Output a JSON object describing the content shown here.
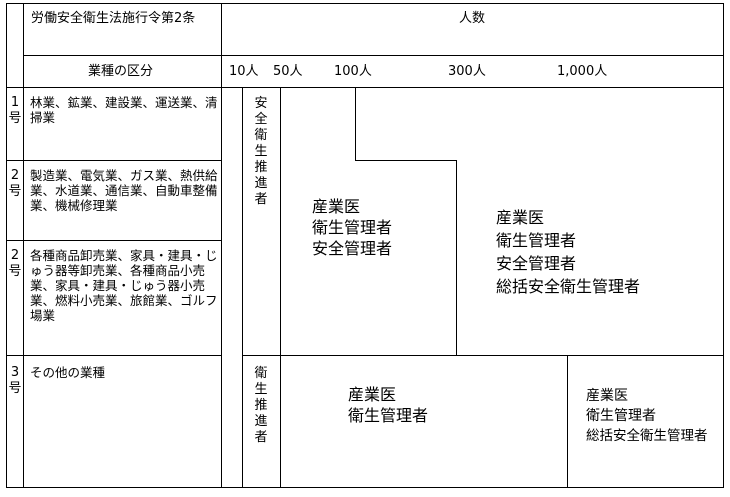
{
  "header": {
    "law_label": "労働安全衛生法施行令第2条",
    "people_label": "人数",
    "category_label": "業種の区分"
  },
  "thresholds": [
    "10人",
    "50人",
    "100人",
    "300人",
    "1,000人"
  ],
  "rows": [
    {
      "num": "1号",
      "industries": "林業、鉱業、建設業、運送業、清掃業"
    },
    {
      "num": "2号",
      "industries": "製造業、電気業、ガス業、熱供給業、水道業、通信業、自動車整備業、機械修理業"
    },
    {
      "num": "2号",
      "industries": "各種商品卸売業、家具・建具・じゅう器等卸売業、各種商品小売業、家具・建具・じゅう器小売業、燃料小売業、旅館業、ゴルフ場業"
    },
    {
      "num": "3号",
      "industries": "その他の業種"
    }
  ],
  "vertical_labels": {
    "safety_health_promoter": "安全衛生推進者",
    "health_promoter": "衛生推進者"
  },
  "blocks": {
    "mid_upper": [
      "産業医",
      "衛生管理者",
      "安全管理者"
    ],
    "large_upper": [
      "産業医",
      "衛生管理者",
      "安全管理者",
      "総括安全衛生管理者"
    ],
    "mid_lower": [
      "産業医",
      "衛生管理者"
    ],
    "large_lower": [
      "産業医",
      "衛生管理者",
      "総括安全衛生管理者"
    ]
  }
}
